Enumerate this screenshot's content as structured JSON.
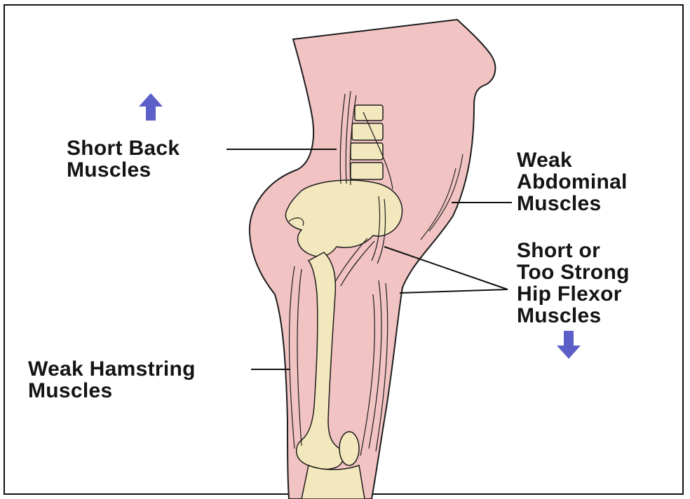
{
  "labels": {
    "short_back": [
      "Short Back",
      "Muscles"
    ],
    "weak_abdominal": [
      "Weak",
      "Abdominal",
      "Muscles"
    ],
    "hip_flexor": [
      "Short or",
      "Too Strong",
      "Hip Flexor",
      "Muscles"
    ],
    "weak_hamstring": [
      "Weak Hamstring",
      "Muscles"
    ]
  },
  "colors": {
    "skin": "#f2c3c3",
    "bone": "#f3e8bd",
    "outline": "#1c1c1c",
    "arrow": "#5b5fc7"
  },
  "icons": {
    "up_arrow": "arrow-up-icon",
    "down_arrow": "arrow-down-icon"
  }
}
